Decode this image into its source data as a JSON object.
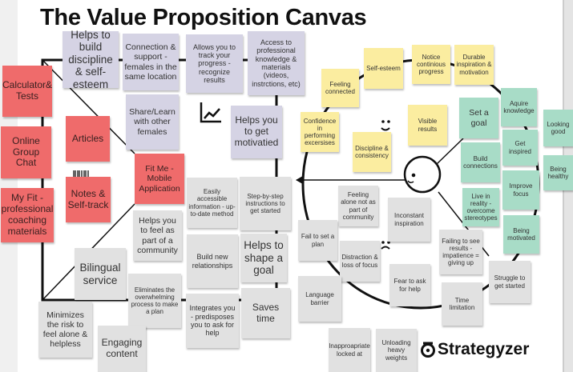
{
  "title": "The Value Proposition Canvas",
  "logo": "Strategyzer",
  "gain_creators": [
    "Helps to build discipline & self-esteem",
    "Connection & support - females in the same location",
    "Allows you to track your progress - recognize results",
    "Access to professional knowledge & materials (videos, instrctions, etc)",
    "Share/Learn with other females",
    "Helps you to get motivatied"
  ],
  "products": [
    "Calculator& Tests",
    "Online Group Chat",
    "My Fit - professional coaching materials",
    "Articles",
    "Notes & Self-track",
    "Fit Me - Mobile Application"
  ],
  "pain_relievers": [
    "Easily accessible information - up-to-date method",
    "Step-by-step instructions to get started",
    "Helps you to feel as part of a community",
    "Build new relationships",
    "Helps to shape a goal",
    "Bilingual service",
    "Eliminates the overwhelming process to make a plan",
    "Integrates you - predisposes you to ask for help",
    "Saves time",
    "Minimizes the risk to feel alone & helpless",
    "Engaging content"
  ],
  "gains": [
    "Confidence in performing excersises",
    "Feeling connected",
    "Self-esteem",
    "Notice continious progress",
    "Durable inspiration & motivation",
    "Visible results",
    "Discipline & consistency"
  ],
  "jobs": [
    "Set a goal",
    "Aquire knowledge",
    "Looking good",
    "Get inspired",
    "Build connections",
    "Being healthy",
    "Improve focus",
    "Live in reality - overcome stereotypes",
    "Being motivated"
  ],
  "pains": [
    "Feeling alone not as part of community",
    "Inconstant inspiration",
    "Fail to set a plan",
    "Distraction & loss of focus",
    "Failing to see results - impatience = giving up",
    "Fear to ask for help",
    "Struggle to get started",
    "Language barrier",
    "Time limitation",
    "Inapproapriate locked at",
    "Unloading heavy weights"
  ],
  "colors": {
    "gain_creator": "#d5d3e4",
    "product": "#ef6b6b",
    "pain_reliever": "#e1e1e1",
    "gain": "#fbeda0",
    "job": "#a8dcc7",
    "pain": "#e1e1e1"
  }
}
